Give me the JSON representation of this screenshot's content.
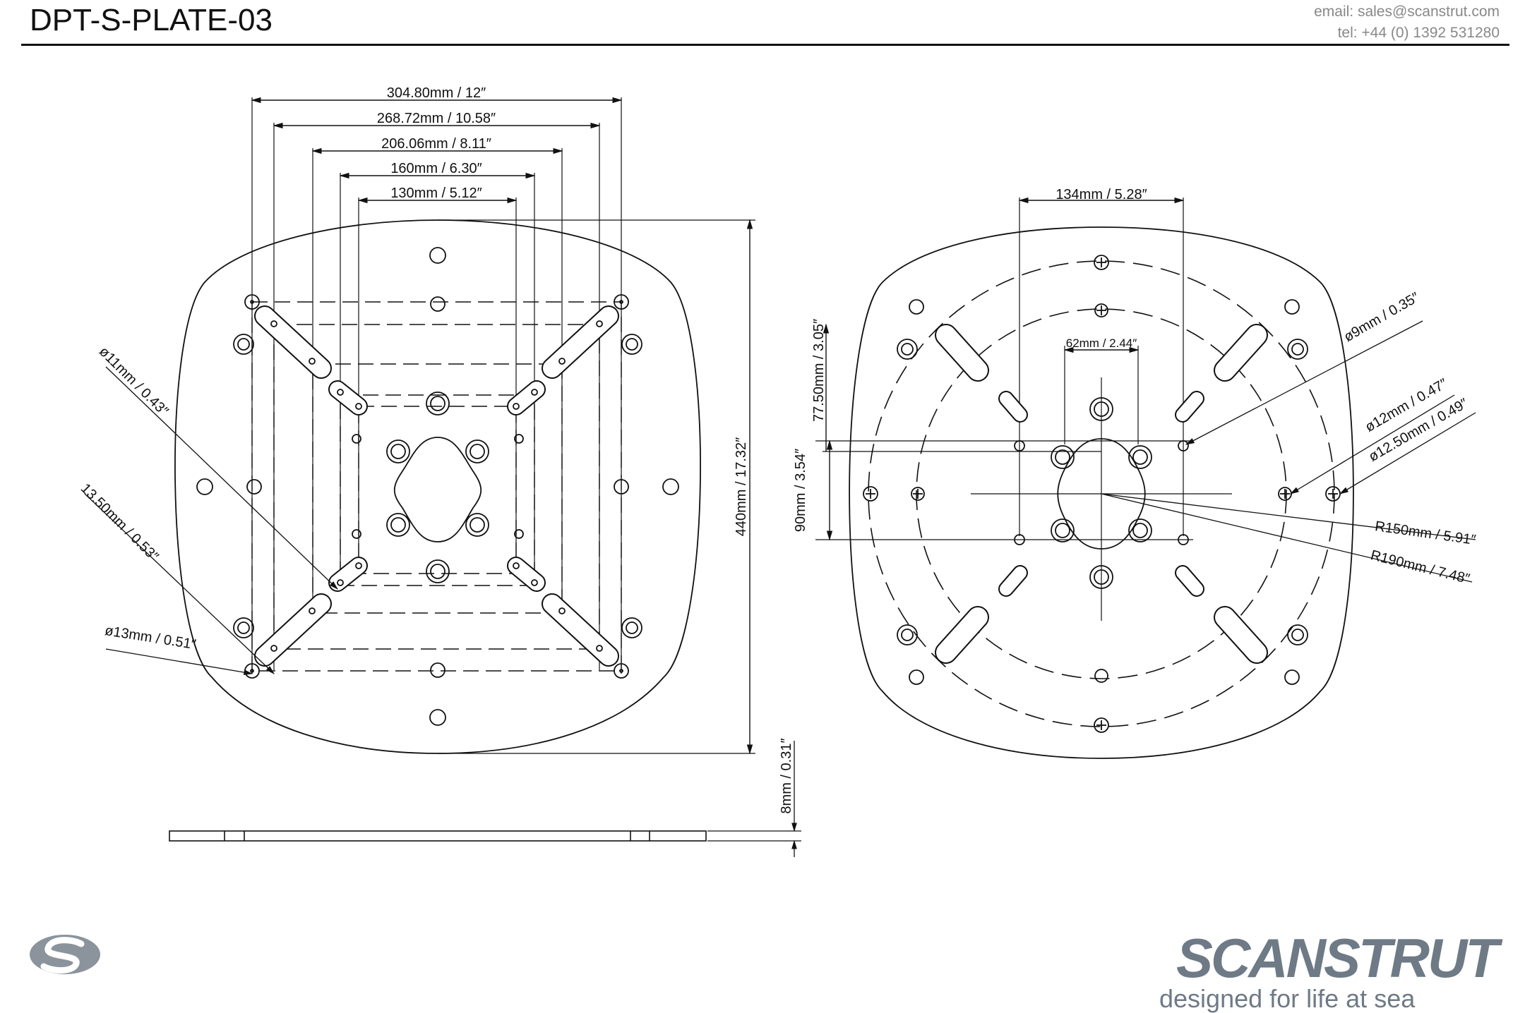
{
  "header": {
    "title": "DPT-S-PLATE-03",
    "email": "email: sales@scanstrut.com",
    "tel": "tel:  +44 (0) 1392 531280"
  },
  "left_view": {
    "dims": {
      "w1": "304.80mm / 12″",
      "w2": "268.72mm / 10.58″",
      "w3": "206.06mm / 8.11″",
      "w4": "160mm / 6.30″",
      "w5": "130mm / 5.12″",
      "height": "440mm / 17.32″",
      "hole11": "ø11mm / 0.43″",
      "slot": "13.50mm / 0.53″",
      "hole13": "ø13mm / 0.51″"
    }
  },
  "right_view": {
    "dims": {
      "w134": "134mm / 5.28″",
      "w62": "62mm / 2.44″",
      "h77": "77.50mm / 3.05″",
      "h90": "90mm / 3.54″",
      "hole9": "ø9mm / 0.35″",
      "hole12": "ø12mm / 0.47″",
      "hole1250": "ø12.50mm / 0.49″",
      "r150": "R150mm / 5.91″",
      "r190": "R190mm / 7.48″"
    }
  },
  "side_view": {
    "thickness": "8mm / 0.31″"
  },
  "brand": {
    "name": "SCANSTRUT",
    "tagline": "designed for life at sea",
    "logo_icon": "scanstrut-s-logo",
    "color": "#6e7a86"
  }
}
